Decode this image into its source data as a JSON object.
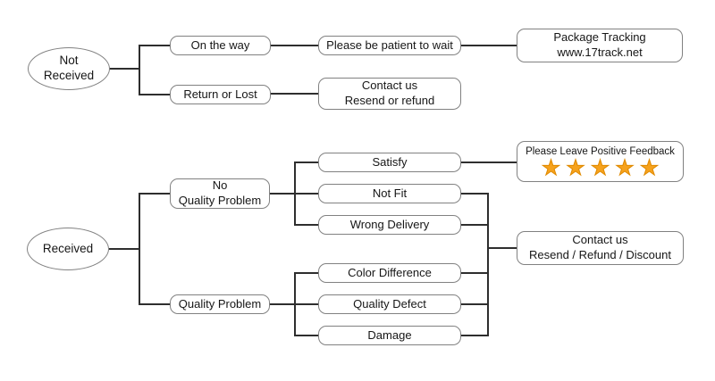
{
  "nodes": {
    "not_received": {
      "line1": "Not",
      "line2": "Received"
    },
    "on_the_way": {
      "label": "On the way"
    },
    "please_be_patient": {
      "label": "Please be patient to wait"
    },
    "package_tracking": {
      "line1": "Package Tracking",
      "line2": "www.17track.net"
    },
    "return_or_lost": {
      "label": "Return or Lost"
    },
    "contact_us_not_received": {
      "line1": "Contact us",
      "line2": "Resend or refund"
    },
    "received": {
      "label": "Received"
    },
    "no_quality_problem": {
      "line1": "No",
      "line2": "Quality Problem"
    },
    "quality_problem": {
      "label": "Quality Problem"
    },
    "satisfy": {
      "label": "Satisfy"
    },
    "not_fit": {
      "label": "Not Fit"
    },
    "wrong_delivery": {
      "label": "Wrong Delivery"
    },
    "color_difference": {
      "label": "Color Difference"
    },
    "quality_defect": {
      "label": "Quality Defect"
    },
    "damage": {
      "label": "Damage"
    },
    "positive_feedback": {
      "label": "Please Leave Positive Feedback",
      "stars": "★★★★★",
      "star_count": 5
    },
    "contact_us_received": {
      "line1": "Contact us",
      "line2": "Resend / Refund / Discount"
    }
  },
  "colors": {
    "star_fill": "#F6A21D",
    "star_outline": "#E08A00",
    "connector": "#2E2E2E",
    "node_border": "#818181",
    "text": "#1A1A1A",
    "background": "#FFFFFF"
  }
}
